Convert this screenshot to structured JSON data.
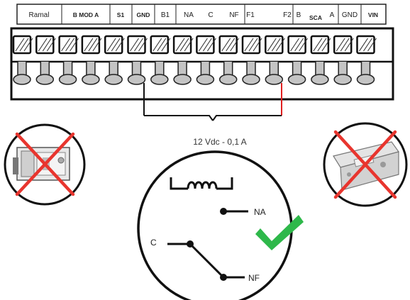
{
  "header_labels": [
    {
      "text": "Ramal",
      "bold": false
    },
    {
      "text": "B MOD A",
      "bold": true
    },
    {
      "text": "S1",
      "bold": true
    },
    {
      "text": "GND",
      "bold": true
    },
    {
      "text": "B1",
      "bold": false
    },
    {
      "text": "NA",
      "bold": false
    },
    {
      "text": "C",
      "bold": false
    },
    {
      "text": "NF",
      "bold": false
    },
    {
      "text": "F1",
      "bold": false
    },
    {
      "text": "F2",
      "bold": false
    },
    {
      "text": "B",
      "bold": false
    },
    {
      "text": "SCA",
      "bold": true
    },
    {
      "text": "A",
      "bold": false
    },
    {
      "text": "GND",
      "bold": false
    },
    {
      "text": "VIN",
      "bold": true
    }
  ],
  "terminal_count": 16,
  "power_label": "12 Vdc - 0,1 A",
  "relay": {
    "no_label": "NA",
    "common_label": "C",
    "nc_label": "NF"
  },
  "colors": {
    "terminal_fill": "#c4c4c4",
    "wire_dark": "#111111",
    "wire_red": "#e02020",
    "cross_red": "#e8352e",
    "check_green": "#2eb84a"
  },
  "icons": [
    "incorrect-lock-crossed-icon",
    "incorrect-strike-crossed-icon",
    "correct-checkmark-icon"
  ]
}
